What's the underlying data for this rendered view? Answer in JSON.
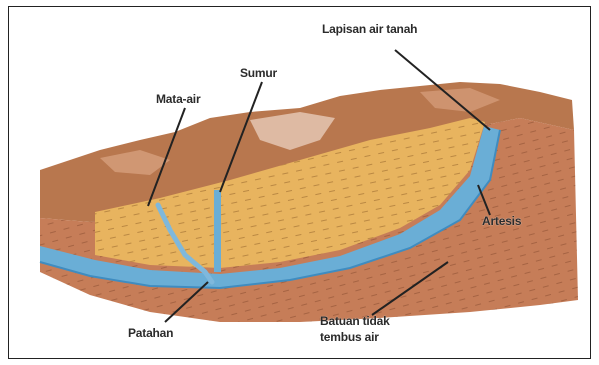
{
  "labels": {
    "lapisan": "Lapisan air tanah",
    "sumur": "Sumur",
    "mata_air": "Mata-air",
    "artesis": "Artesis",
    "patahan": "Patahan",
    "batuan_line1": "Batuan tidak",
    "batuan_line2": "tembus air"
  },
  "colors": {
    "mountain": "#b8774e",
    "mountain_light": "#d9ab8c",
    "rock": "#c67d58",
    "rock_dark": "#a9613d",
    "aquifer_sand": "#e8b45f",
    "aquifer_light": "#f0cc84",
    "water": "#6aaed6",
    "water_dark": "#3f8cc0"
  }
}
